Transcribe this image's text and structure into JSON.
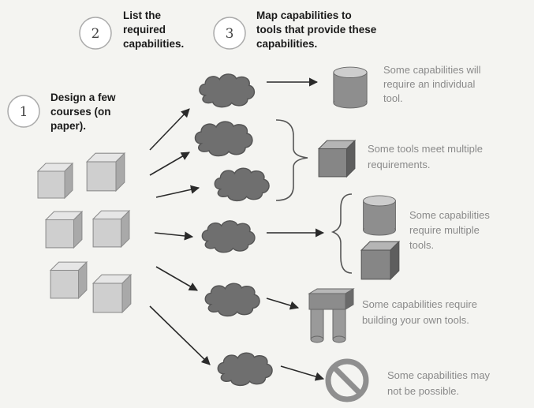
{
  "steps": [
    {
      "number": "1",
      "lines": [
        "Design a few",
        "courses (on",
        "paper)."
      ]
    },
    {
      "number": "2",
      "lines": [
        "List the",
        "required",
        "capabilities."
      ]
    },
    {
      "number": "3",
      "lines": [
        "Map capabilities to",
        "tools that provide these",
        "capabilities."
      ]
    }
  ],
  "outcomes": [
    {
      "icon": "cylinder-icon",
      "lines": [
        "Some capabilities will",
        "require an individual",
        "tool."
      ]
    },
    {
      "icon": "cube-tool-icon",
      "lines": [
        "Some tools meet multiple",
        "requirements."
      ]
    },
    {
      "icon": "cylinder-and-cube-icon",
      "lines": [
        "Some capabilities",
        "require multiple",
        "tools."
      ]
    },
    {
      "icon": "custom-tool-icon",
      "lines": [
        "Some capabilities require",
        "building your own tools."
      ]
    },
    {
      "icon": "prohibited-icon",
      "lines": [
        "Some capabilities may",
        "not be possible."
      ]
    }
  ]
}
